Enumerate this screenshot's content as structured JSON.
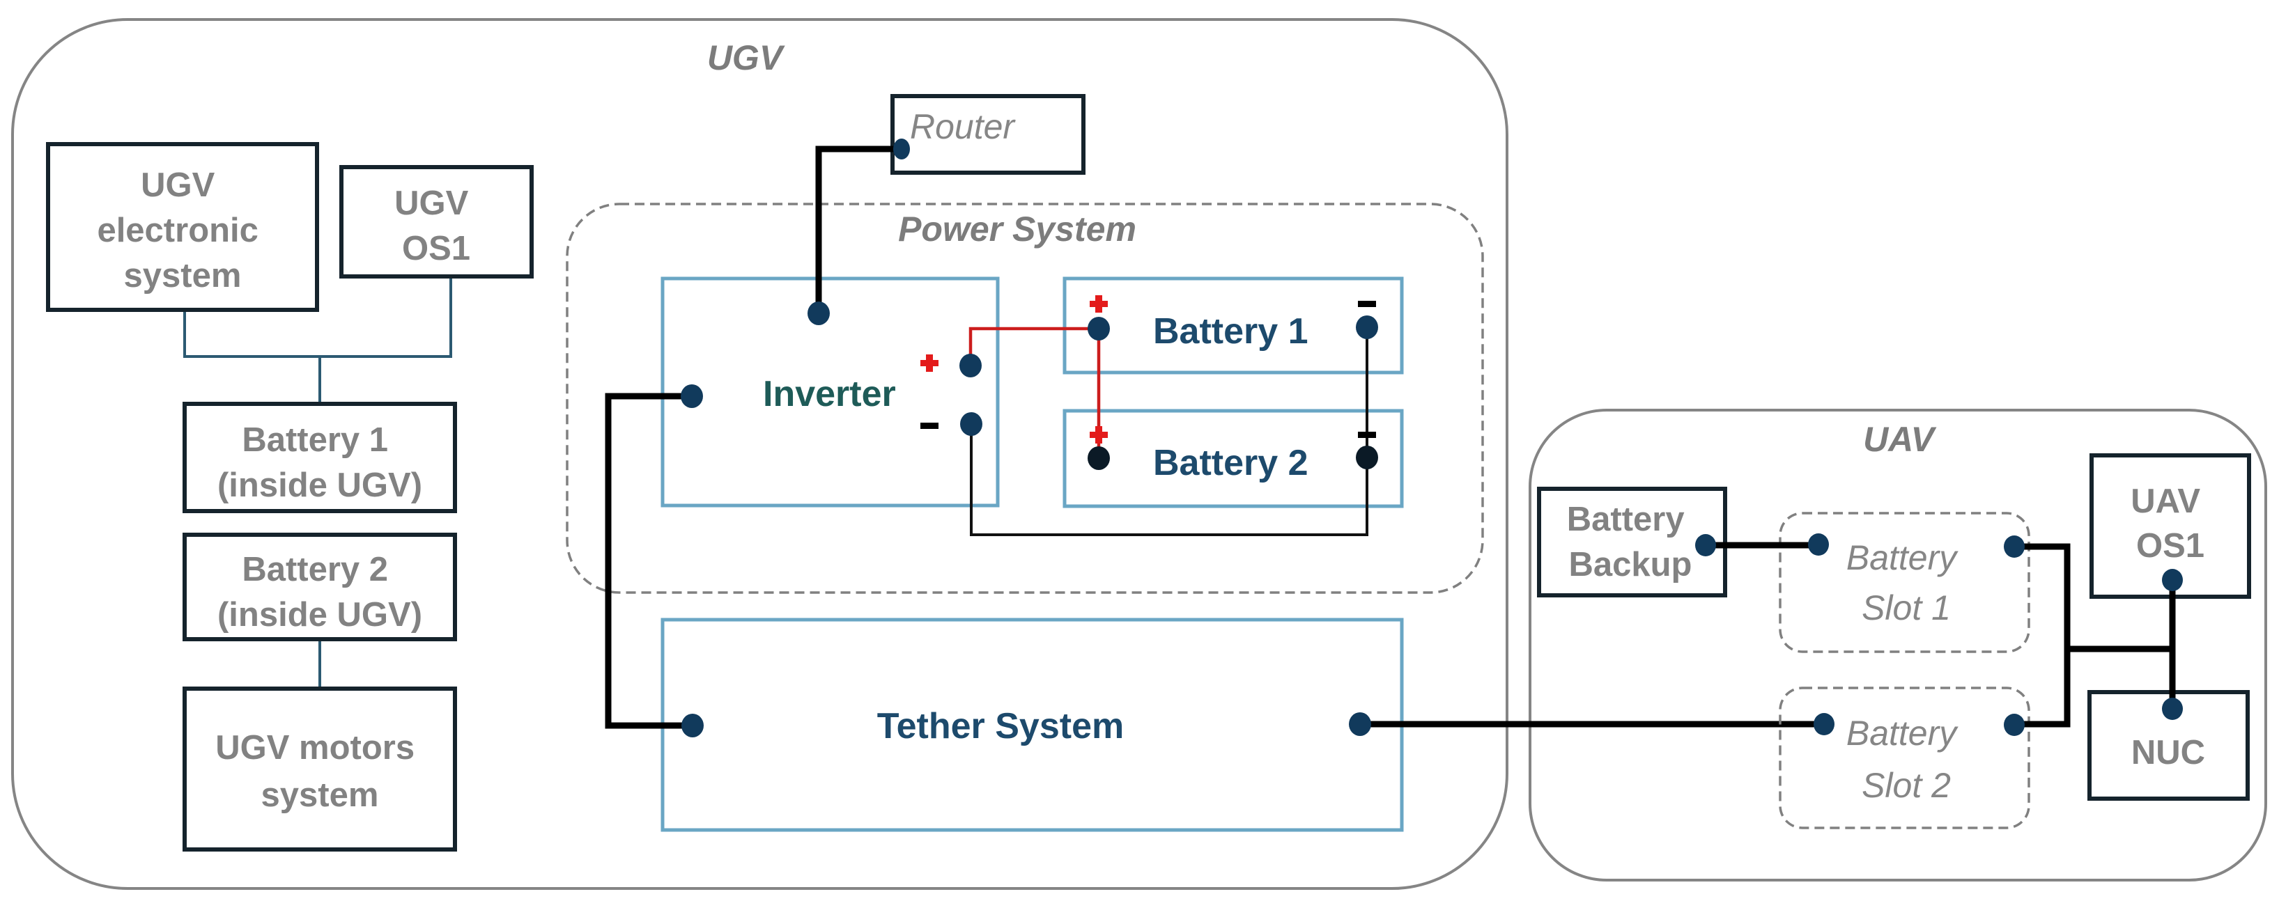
{
  "diagram": {
    "type": "system-wiring-diagram",
    "colors": {
      "container_outline": "#858585",
      "dark_box_border": "#15232c",
      "blue_box_border": "#6aa6c4",
      "positive_wire": "#cc1d1d",
      "negative_wire": "#111111",
      "power_wire": "#000000",
      "terminal": "#113a5c",
      "label_gray": "#828282",
      "label_navy": "#1d4a6c",
      "label_teal": "#1e5b58"
    }
  },
  "ugv": {
    "title": "UGV",
    "electronic_system": {
      "lines": [
        "UGV",
        "electronic",
        "system"
      ]
    },
    "os1": {
      "lines": [
        "UGV",
        "OS1"
      ]
    },
    "battery1_inside": {
      "lines": [
        "Battery 1",
        "(inside UGV)"
      ]
    },
    "battery2_inside": {
      "lines": [
        "Battery 2",
        "(inside UGV)"
      ]
    },
    "motors_system": {
      "lines": [
        "UGV motors",
        "system"
      ]
    },
    "router": {
      "label": "Router"
    },
    "power_system": {
      "title": "Power System",
      "inverter": {
        "label": "Inverter",
        "positive_symbol": "+",
        "negative_symbol": "-"
      },
      "battery1": {
        "label": "Battery 1",
        "positive_symbol": "+",
        "negative_symbol": "-"
      },
      "battery2": {
        "label": "Battery 2",
        "positive_symbol": "+",
        "negative_symbol": "-"
      }
    },
    "tether_system": {
      "label": "Tether System"
    }
  },
  "uav": {
    "title": "UAV",
    "battery_backup": {
      "lines": [
        "Battery",
        "Backup"
      ]
    },
    "battery_slot1": {
      "lines": [
        "Battery",
        "Slot 1"
      ]
    },
    "battery_slot2": {
      "lines": [
        "Battery",
        "Slot 2"
      ]
    },
    "os1": {
      "lines": [
        "UAV",
        "OS1"
      ]
    },
    "nuc": {
      "label": "NUC"
    }
  },
  "connections": [
    {
      "from": "UGV electronic system",
      "to": "Battery 1 (inside UGV)",
      "kind": "internal"
    },
    {
      "from": "UGV OS1",
      "to": "Battery 1 (inside UGV)",
      "kind": "internal"
    },
    {
      "from": "Battery 2 (inside UGV)",
      "to": "UGV motors system",
      "kind": "internal"
    },
    {
      "from": "Inverter",
      "to": "Router",
      "kind": "power"
    },
    {
      "from": "Inverter +",
      "to": "Battery 1 +",
      "kind": "positive"
    },
    {
      "from": "Battery 1 +",
      "to": "Battery 2 +",
      "kind": "positive"
    },
    {
      "from": "Inverter -",
      "to": "Battery 2 -",
      "kind": "negative"
    },
    {
      "from": "Battery 1 -",
      "to": "Battery 2 -",
      "kind": "negative"
    },
    {
      "from": "Inverter",
      "to": "Tether System",
      "kind": "power"
    },
    {
      "from": "Tether System",
      "to": "Battery Slot 2",
      "kind": "power"
    },
    {
      "from": "Battery Backup",
      "to": "Battery Slot 1",
      "kind": "power"
    },
    {
      "from": "Battery Slot 1",
      "to": "UAV OS1 / NUC",
      "kind": "power"
    },
    {
      "from": "Battery Slot 2",
      "to": "UAV OS1 / NUC",
      "kind": "power"
    }
  ]
}
